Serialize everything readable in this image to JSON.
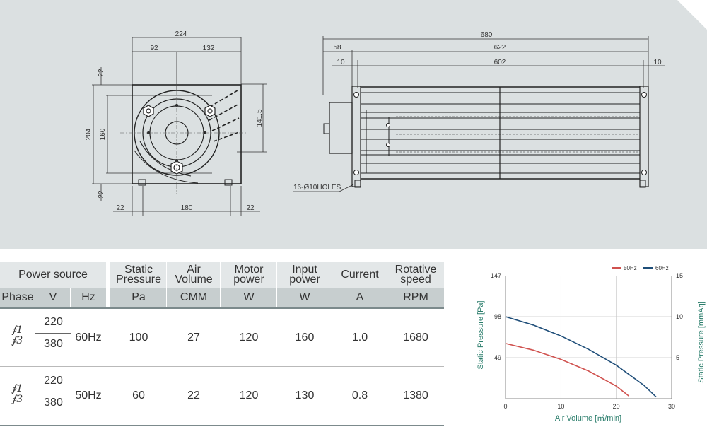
{
  "drawing": {
    "front": {
      "dim_224": "224",
      "dim_92": "92",
      "dim_132": "132",
      "dim_204": "204",
      "dim_160": "160",
      "dim_22_top": "22",
      "dim_22_bot": "22",
      "dim_141_5": "141.5",
      "dim_22_left": "22",
      "dim_180": "180",
      "dim_22_right": "22"
    },
    "side": {
      "dim_680": "680",
      "dim_58": "58",
      "dim_622": "622",
      "dim_10_left": "10",
      "dim_602": "602",
      "dim_10_right": "10",
      "holes_note": "16-Ø10HOLES"
    }
  },
  "specs": {
    "headers": {
      "power_source": "Power source",
      "static_pressure": "Static Pressure",
      "air_volume": "Air Volume",
      "motor_power": "Motor power",
      "input_power": "Input power",
      "current": "Current",
      "rotative_speed": "Rotative speed"
    },
    "units": {
      "phase": "Phase",
      "v": "V",
      "hz": "Hz",
      "pa": "Pa",
      "cmm": "CMM",
      "w1": "W",
      "w2": "W",
      "a": "A",
      "rpm": "RPM"
    },
    "rows": [
      {
        "phase_1": "∮1",
        "phase_3": "∮3",
        "v_top": "220",
        "v_bottom": "380",
        "hz": "60Hz",
        "pressure": "100",
        "air": "27",
        "motor": "120",
        "input": "160",
        "current": "1.0",
        "speed": "1680"
      },
      {
        "phase_1": "∮1",
        "phase_3": "∮3",
        "v_top": "220",
        "v_bottom": "380",
        "hz": "50Hz",
        "pressure": "60",
        "air": "22",
        "motor": "120",
        "input": "130",
        "current": "0.8",
        "speed": "1380"
      }
    ]
  },
  "chart_data": {
    "type": "line",
    "xlabel": "Air Volume [㎥/min]",
    "ylabel_left": "Static Pressure [Pa]",
    "ylabel_right": "Static Pressure [mmAq]",
    "xlim": [
      0,
      30
    ],
    "ylim_left": [
      0,
      147
    ],
    "ylim_right": [
      0,
      15
    ],
    "x_ticks": [
      "0",
      "10",
      "20",
      "30"
    ],
    "y_ticks_left": [
      "49",
      "98",
      "147"
    ],
    "y_ticks_right": [
      "5",
      "10",
      "15"
    ],
    "legend_position": "top-right",
    "grid": true,
    "series": [
      {
        "name": "50Hz",
        "color": "#d0524f",
        "x": [
          0,
          5,
          10,
          15,
          20,
          22.3
        ],
        "y": [
          66,
          58,
          47,
          33,
          15,
          3
        ]
      },
      {
        "name": "60Hz",
        "color": "#1f4e79",
        "x": [
          0,
          5,
          10,
          15,
          20,
          25,
          27.2
        ],
        "y": [
          98,
          88,
          75,
          59,
          40,
          16,
          2
        ]
      }
    ]
  }
}
